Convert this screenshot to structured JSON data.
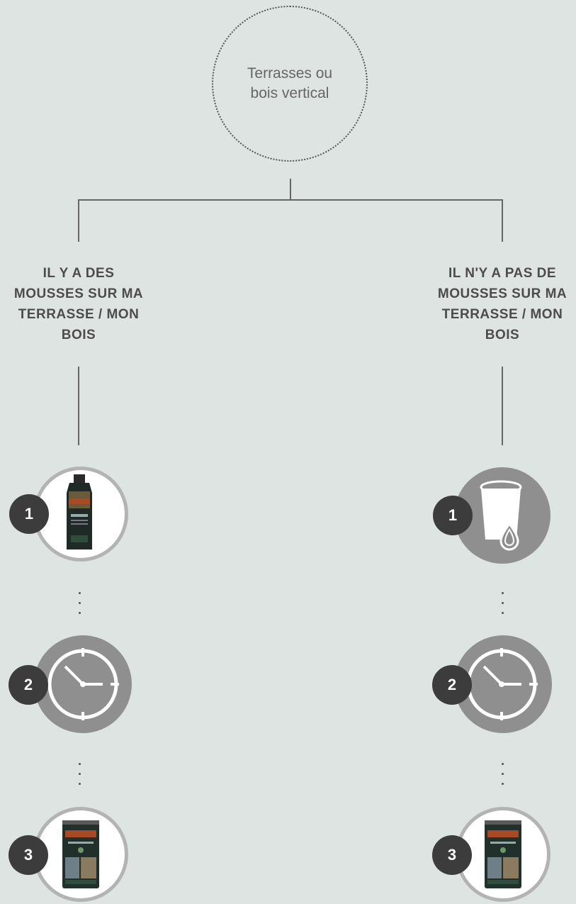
{
  "root": {
    "line1": "Terrasses ou",
    "line2": "bois vertical"
  },
  "branches": {
    "left": {
      "label_lines": [
        "IL Y A DES",
        "MOUSSES SUR MA",
        "TERRASSE / MON",
        "BOIS"
      ]
    },
    "right": {
      "label_lines": [
        "IL N'Y A PAS DE",
        "MOUSSES SUR MA",
        "TERRASSE / MON",
        "BOIS"
      ]
    }
  },
  "steps": {
    "left": [
      {
        "number": "1",
        "icon": "cleaner-bottle-icon"
      },
      {
        "number": "2",
        "icon": "clock-icon"
      },
      {
        "number": "3",
        "icon": "product-can-icon"
      }
    ],
    "right": [
      {
        "number": "1",
        "icon": "water-bucket-icon"
      },
      {
        "number": "2",
        "icon": "clock-icon"
      },
      {
        "number": "3",
        "icon": "product-can-icon"
      }
    ]
  },
  "colors": {
    "background": "#dde4e2",
    "badge": "#3c3c3c",
    "grey_disc": "#8f8f8f",
    "text": "#4c4c4c"
  }
}
